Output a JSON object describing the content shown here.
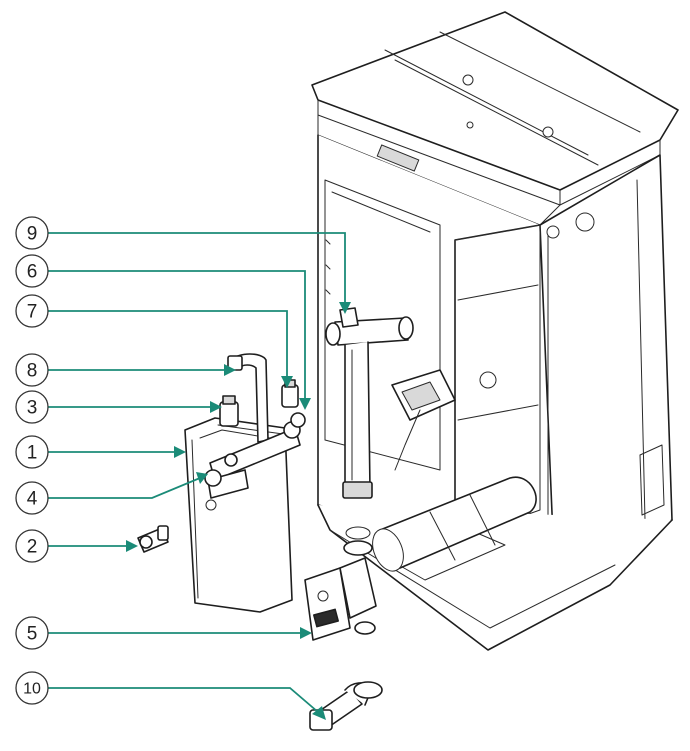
{
  "callouts": [
    {
      "id": "9",
      "label": "9"
    },
    {
      "id": "6",
      "label": "6"
    },
    {
      "id": "7",
      "label": "7"
    },
    {
      "id": "8",
      "label": "8"
    },
    {
      "id": "3",
      "label": "3"
    },
    {
      "id": "1",
      "label": "1"
    },
    {
      "id": "4",
      "label": "4"
    },
    {
      "id": "2",
      "label": "2"
    },
    {
      "id": "5",
      "label": "5"
    },
    {
      "id": "10",
      "label": "10"
    }
  ],
  "colors": {
    "leader": "#1b8b78",
    "line": "#1e1e1e",
    "background": "#ffffff"
  }
}
